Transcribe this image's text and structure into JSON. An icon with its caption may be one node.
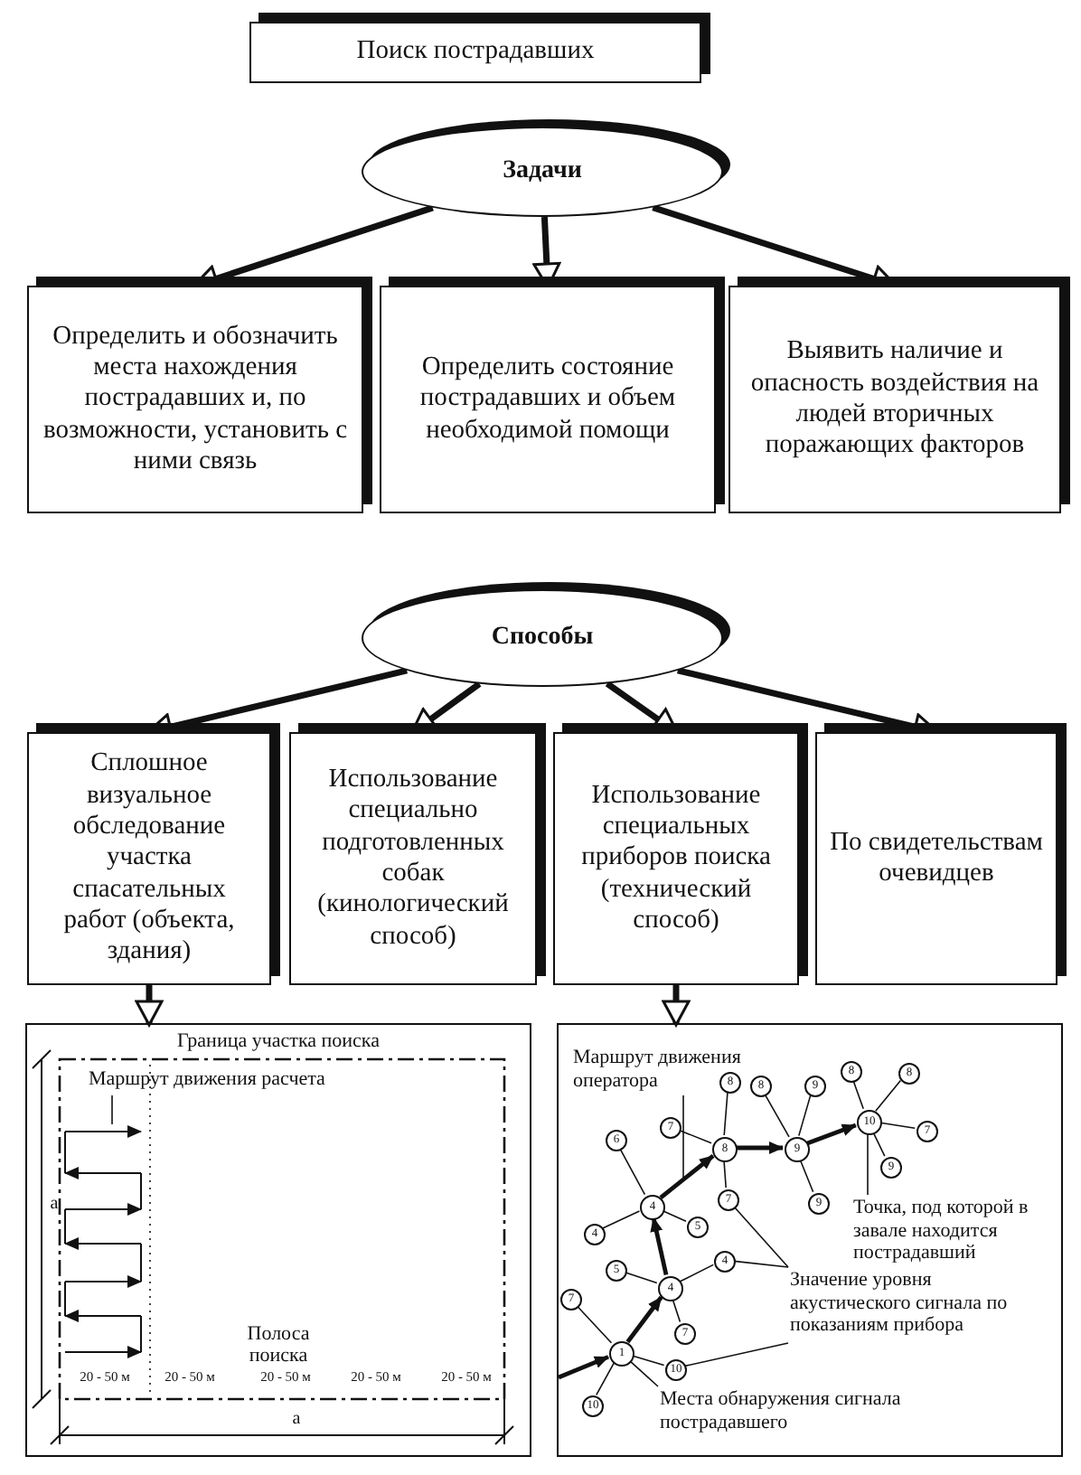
{
  "diagram": {
    "nodes": [
      {
        "text": [
          "Поиск пострадавших"
        ]
      },
      {
        "text": [
          "Задачи"
        ]
      },
      {
        "text": [
          "Определить и обозначить места нахождения пострадавших и, по возможности, установить с ними связь"
        ]
      },
      {
        "text": [
          "Определить состояние пострадавших и объем необходимой помощи"
        ]
      },
      {
        "text": [
          "Выявить наличие и опасность воздействия на людей вторичных поражающих факторов"
        ]
      },
      {
        "text": [
          "Способы"
        ]
      },
      {
        "text": [
          "Сплошное визуальное обследование участка спасательных работ (объекта, здания)"
        ]
      },
      {
        "text": [
          "Использование специально подготовленных собак (кинологический способ)"
        ]
      },
      {
        "text": [
          "Использование специальных приборов поиска (технический способ)"
        ]
      },
      {
        "text": [
          "По свидетельствам очевидцев"
        ]
      },
      {
        "text": [],
        "shape": "box"
      },
      {
        "text": [
          "Маршрут движения расчета"
        ],
        "in": 10
      },
      {
        "text": [],
        "shape": "box"
      },
      {
        "text": [
          "Маршрут движения оператора"
        ],
        "in": 12
      },
      {
        "text": [
          "Точка, под которой в завале находится пострадавший"
        ],
        "in": 12
      },
      {
        "text": [
          "Значение уровня акустического сигнала по показаниям прибора"
        ],
        "in": 12
      },
      {
        "text": [
          "Места обнаружения сигнала пострадавшего"
        ],
        "in": 12
      },
      {
        "text": [
          "8"
        ],
        "in": 12
      },
      {
        "text": [
          "8"
        ],
        "in": 12
      },
      {
        "text": [
          "9"
        ],
        "in": 12
      },
      {
        "text": [
          "8"
        ],
        "in": 12
      },
      {
        "text": [
          "8"
        ],
        "in": 12
      },
      {
        "text": [
          "7"
        ],
        "in": 12
      },
      {
        "text": [
          "10"
        ],
        "in": 12
      },
      {
        "text": [
          "7"
        ],
        "in": 12
      },
      {
        "text": [
          "6"
        ],
        "in": 12
      },
      {
        "text": [
          "8"
        ],
        "in": 12
      },
      {
        "text": [
          "9"
        ],
        "in": 12
      },
      {
        "text": [
          "9"
        ],
        "in": 12
      },
      {
        "text": [
          "4"
        ],
        "in": 12
      },
      {
        "text": [
          "7"
        ],
        "in": 12
      },
      {
        "text": [
          "9"
        ],
        "in": 12
      },
      {
        "text": [
          "4"
        ],
        "in": 12
      },
      {
        "text": [
          "5"
        ],
        "in": 12
      },
      {
        "text": [
          "5"
        ],
        "in": 12
      },
      {
        "text": [
          "4"
        ],
        "in": 12
      },
      {
        "text": [
          "7"
        ],
        "in": 12
      },
      {
        "text": [
          "4"
        ],
        "in": 12
      },
      {
        "text": [
          "7"
        ],
        "in": 12
      },
      {
        "text": [
          "1"
        ],
        "in": 12
      },
      {
        "text": [
          "10"
        ],
        "in": 12
      },
      {
        "text": [
          "10"
        ],
        "in": 12
      }
    ],
    "edges": [
      {
        "from": 1,
        "to": 2,
        "arrow": "to",
        "style": "thick"
      },
      {
        "from": 1,
        "to": 3,
        "arrow": "to",
        "style": "thick"
      },
      {
        "from": 1,
        "to": 4,
        "arrow": "to",
        "style": "thick"
      },
      {
        "from": 5,
        "to": 6,
        "arrow": "to",
        "style": "thick"
      },
      {
        "from": 5,
        "to": 7,
        "arrow": "to",
        "style": "thick"
      },
      {
        "from": 5,
        "to": 8,
        "arrow": "to",
        "style": "thick"
      },
      {
        "from": 5,
        "to": 9,
        "arrow": "to",
        "style": "thick"
      },
      {
        "from": 6,
        "to": 10,
        "arrow": "to",
        "style": "thick"
      },
      {
        "from": 8,
        "to": 12,
        "arrow": "to",
        "style": "thick"
      },
      {
        "from": 11,
        "to": null,
        "arrow": "none"
      },
      {
        "from": 13,
        "to": null,
        "arrow": "none"
      },
      {
        "from": 14,
        "to": 23,
        "arrow": "none"
      },
      {
        "from": 15,
        "to": 30,
        "arrow": "none"
      },
      {
        "from": 15,
        "to": 35,
        "arrow": "none"
      },
      {
        "from": 15,
        "to": 40,
        "arrow": "none"
      },
      {
        "from": 16,
        "to": 39,
        "arrow": "none"
      },
      {
        "from": null,
        "to": 39,
        "arrow": "to",
        "style": "thick"
      },
      {
        "from": 39,
        "to": 37,
        "arrow": "to",
        "style": "thick"
      },
      {
        "from": 37,
        "to": 29,
        "arrow": "to",
        "style": "thick"
      },
      {
        "from": 29,
        "to": 26,
        "arrow": "to",
        "style": "thick"
      },
      {
        "from": 26,
        "to": 27,
        "arrow": "to",
        "style": "thick"
      },
      {
        "from": 27,
        "to": 23,
        "arrow": "to",
        "style": "thick"
      },
      {
        "from": 39,
        "to": 36,
        "arrow": "none"
      },
      {
        "from": 39,
        "to": 41,
        "arrow": "none"
      },
      {
        "from": 39,
        "to": 40,
        "arrow": "none"
      },
      {
        "from": 37,
        "to": 34,
        "arrow": "none"
      },
      {
        "from": 37,
        "to": 35,
        "arrow": "none"
      },
      {
        "from": 37,
        "to": 38,
        "arrow": "none"
      },
      {
        "from": 29,
        "to": 25,
        "arrow": "none"
      },
      {
        "from": 29,
        "to": 32,
        "arrow": "none"
      },
      {
        "from": 29,
        "to": 33,
        "arrow": "none"
      },
      {
        "from": 26,
        "to": 22,
        "arrow": "none"
      },
      {
        "from": 26,
        "to": 17,
        "arrow": "none"
      },
      {
        "from": 26,
        "to": 30,
        "arrow": "none"
      },
      {
        "from": 27,
        "to": 18,
        "arrow": "none"
      },
      {
        "from": 27,
        "to": 19,
        "arrow": "none"
      },
      {
        "from": 27,
        "to": 31,
        "arrow": "none"
      },
      {
        "from": 23,
        "to": 20,
        "arrow": "none"
      },
      {
        "from": 23,
        "to": 21,
        "arrow": "none"
      },
      {
        "from": 23,
        "to": 24,
        "arrow": "none"
      },
      {
        "from": 23,
        "to": 28,
        "arrow": "none"
      }
    ],
    "labels": [
      "Граница участка поиска",
      "а",
      "Полоса поиска",
      "20 - 50 м",
      "20 - 50 м",
      "20 - 50 м",
      "20 - 50 м",
      "20 - 50 м",
      "а"
    ]
  }
}
